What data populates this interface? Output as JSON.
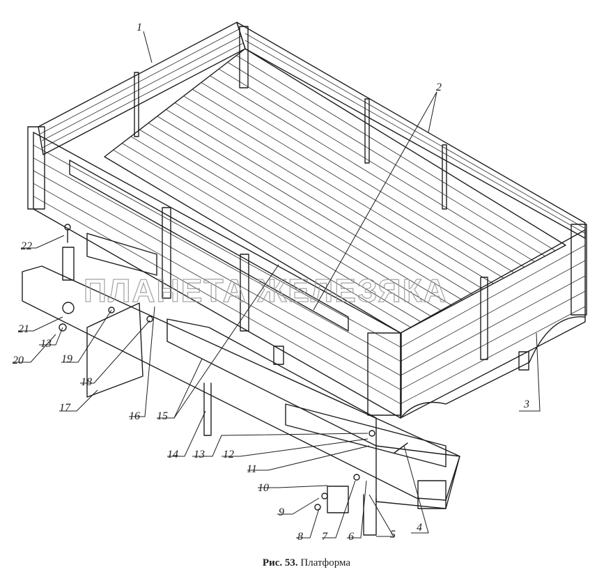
{
  "caption": {
    "figure_number": "Рис. 53.",
    "title": "Платформа"
  },
  "watermark": "ПЛАНЕТА ЖЕЛЕЗЯКА",
  "callouts": [
    "1",
    "2",
    "3",
    "4",
    "5",
    "6",
    "7",
    "8",
    "9",
    "10",
    "11",
    "12",
    "13",
    "13",
    "14",
    "15",
    "16",
    "17",
    "18",
    "19",
    "20",
    "21",
    "22"
  ]
}
